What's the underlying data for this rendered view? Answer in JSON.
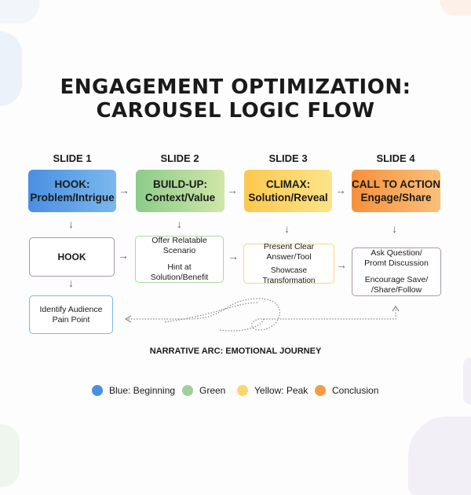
{
  "title": {
    "line1": "ENGAGEMENT OPTIMIZATION:",
    "line2": "CAROUSEL LOGIC FLOW"
  },
  "slides": [
    {
      "label": "SLIDE 1",
      "head1": "HOOK:",
      "head2": "Problem/Intrigue",
      "color": "#4a90e2"
    },
    {
      "label": "SLIDE 2",
      "head1": "BUILD-UP:",
      "head2": "Context/Value",
      "color": "#8fca8c"
    },
    {
      "label": "SLIDE 3",
      "head1": "CLIMAX:",
      "head2": "Solution/Reveal",
      "color": "#fcd15c"
    },
    {
      "label": "SLIDE 4",
      "head1": "CALL TO ACTION",
      "head2": "Engage/Share",
      "color": "#f79a45"
    }
  ],
  "cards": {
    "c1": "HOOK",
    "c1b": "Identify Audience Pain Point",
    "c2a": "Offer Relatable Scenario",
    "c2b": "Hint at Solution/Benefit",
    "c3a": "Present Clear Answer/Tool",
    "c3b": "Showcase Transformation",
    "c4a": "Ask Question/ Promt Discussion",
    "c4b": "Encourage Save/ /Share/Follow"
  },
  "narrative": "NARRATIVE ARC: EMOTIONAL JOURNEY",
  "legend": [
    {
      "label": "Blue: Beginning",
      "color": "#4a90e2"
    },
    {
      "label": "Green",
      "color": "#9fd09a"
    },
    {
      "label": "Yellow: Peak",
      "color": "#fcd66c"
    },
    {
      "label": "Conclusion",
      "color": "#f79a45"
    }
  ]
}
